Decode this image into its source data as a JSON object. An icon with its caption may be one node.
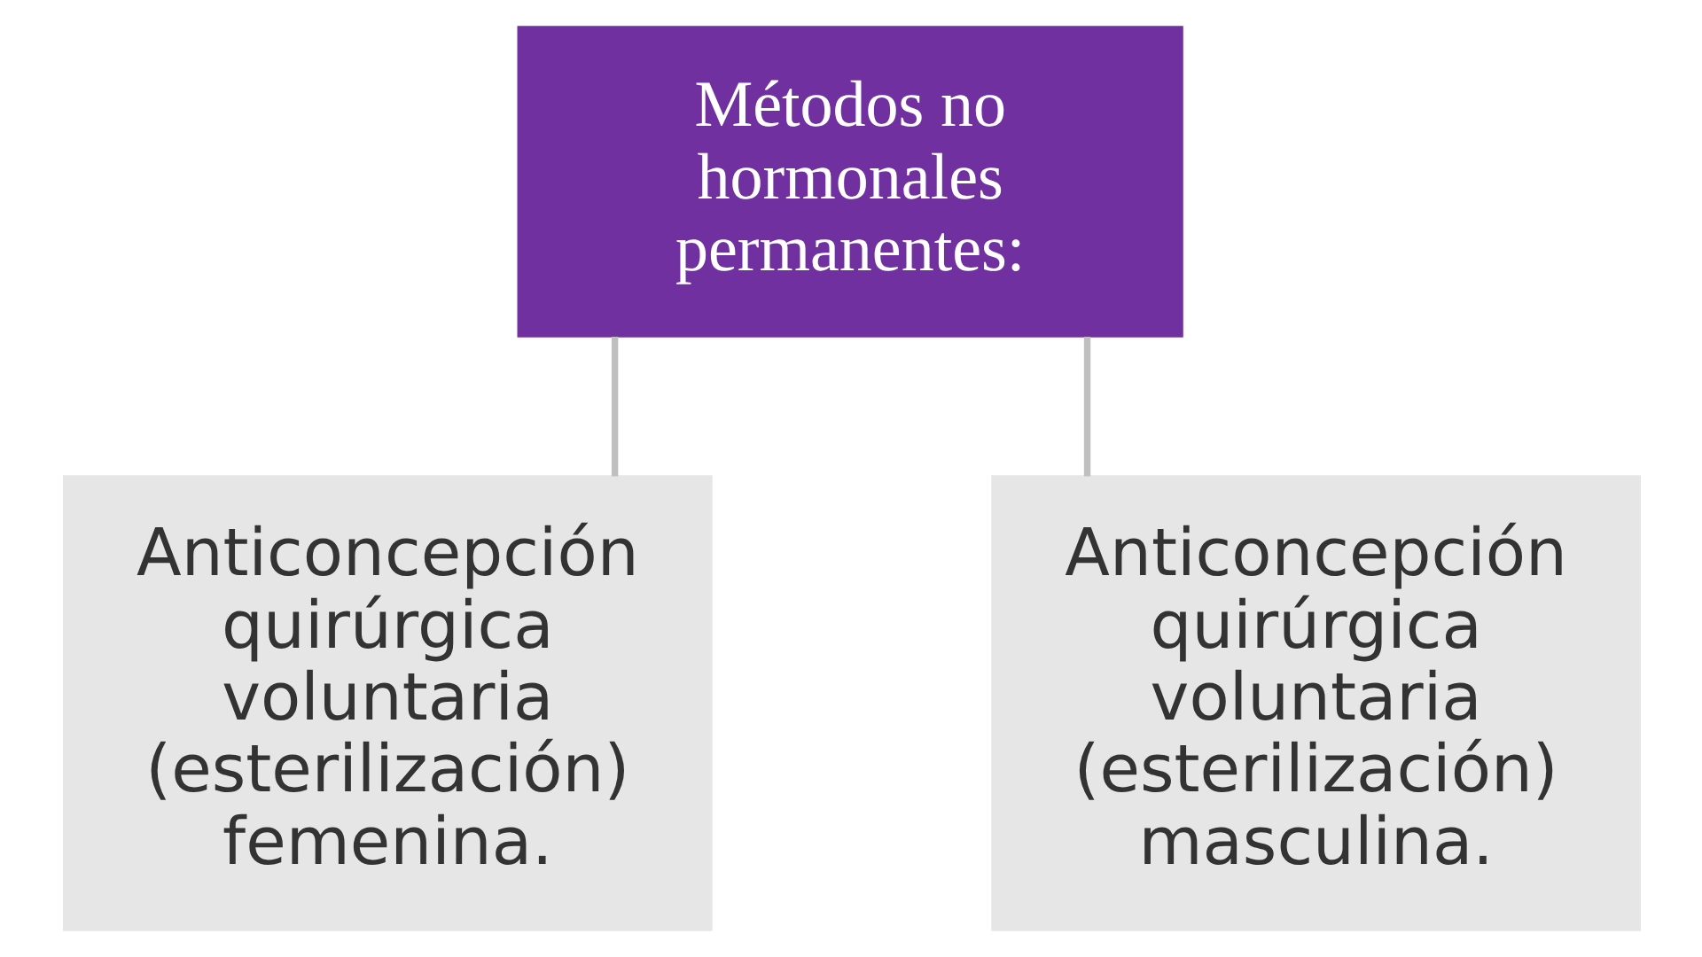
{
  "diagram": {
    "nodes": [
      {
        "text": [
          "Métodos no hormonales permanentes:"
        ]
      },
      {
        "text": [
          "Anticoncepción quirúrgica voluntaria (esterilización) femenina."
        ]
      },
      {
        "text": [
          "Anticoncepción quirúrgica voluntaria (esterilización) masculina."
        ]
      }
    ],
    "edges": [
      {
        "from": 0,
        "to": 1,
        "arrow": "none"
      },
      {
        "from": 0,
        "to": 2,
        "arrow": "none"
      }
    ]
  }
}
